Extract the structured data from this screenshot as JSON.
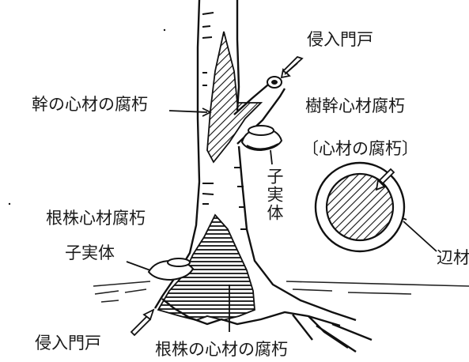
{
  "labels": {
    "entry_top": "侵入門戸",
    "trunk_heart_rot": "幹の心材の腐朽",
    "trunk_heartwood_rot_title": "樹幹心材腐朽",
    "heartwood_rot_paren": "〔心材の腐朽〕",
    "fruit_body_vertical": "子実体",
    "root_butt_heart_rot_title": "根株心材腐朽",
    "fruit_body_left": "子実体",
    "sapwood": "辺材",
    "entry_bottom": "侵入門戸",
    "root_butt_heart_rot": "根株の心材の腐朽"
  }
}
